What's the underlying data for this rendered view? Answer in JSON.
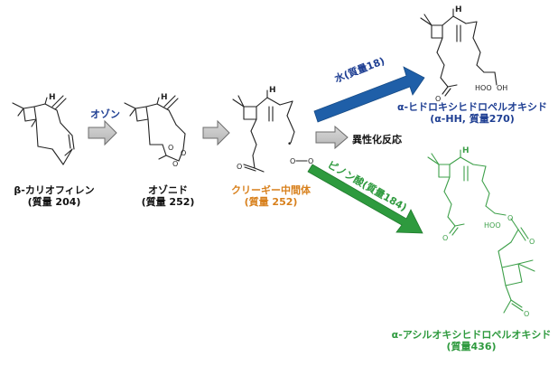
{
  "compounds": {
    "caryophyllene": {
      "name": "β-カリオフィレン",
      "mass": "(質量 204)"
    },
    "ozonide": {
      "name": "オゾニド",
      "mass": "(質量 252)"
    },
    "criegee": {
      "name": "クリーギー中間体",
      "mass": "(質量 252)"
    },
    "ahh": {
      "name": "α-ヒドロキシヒドロペルオキシド",
      "mass": "(α-HH, 質量270)"
    },
    "aahp": {
      "name": "α-アシルオキシヒドロペルオキシド",
      "mass": "(質量436)"
    }
  },
  "arrows": {
    "ozone": "オゾン",
    "water": "水(質量18)",
    "isomer": "異性化反応",
    "pinonic": "ピノン酸(質量184)"
  },
  "atoms": {
    "H": "H",
    "O": "O",
    "HO": "HO",
    "OH": "OH",
    "HOO": "HOO",
    "dot": "•"
  },
  "colors": {
    "blue_arrow": "#1f5fa8",
    "green_arrow": "#2e9a3e",
    "gray_arrow": "#8a8a8a",
    "orange_text": "#d8801c",
    "blue_text": "#1f3f93",
    "green_struct": "#3ea04a"
  }
}
